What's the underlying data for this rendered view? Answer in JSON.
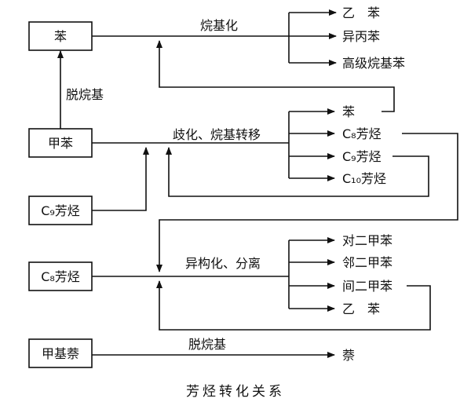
{
  "diagram": {
    "caption": "芳烃转化关系",
    "boxes": {
      "benzene": "苯",
      "toluene": "甲苯",
      "c9": "C₉芳烃",
      "c8": "C₈芳烃",
      "methylnaphthalene": "甲基萘"
    },
    "processes": {
      "alkylation": "烷基化",
      "dealkylation_toluene": "脱烷基",
      "disproportionation": "歧化、烷基转移",
      "isomerization": "异构化、分离",
      "dealkylation_naphthalene": "脱烷基"
    },
    "products": {
      "alkylation": [
        "乙　苯",
        "异丙苯",
        "高级烷基苯"
      ],
      "disproportionation": [
        "苯",
        "C₈芳烃",
        "C₉芳烃",
        "C₁₀芳烃"
      ],
      "isomerization": [
        "对二甲苯",
        "邻二甲苯",
        "间二甲苯",
        "乙　苯"
      ],
      "dealkylation_naphthalene": [
        "萘"
      ]
    }
  }
}
